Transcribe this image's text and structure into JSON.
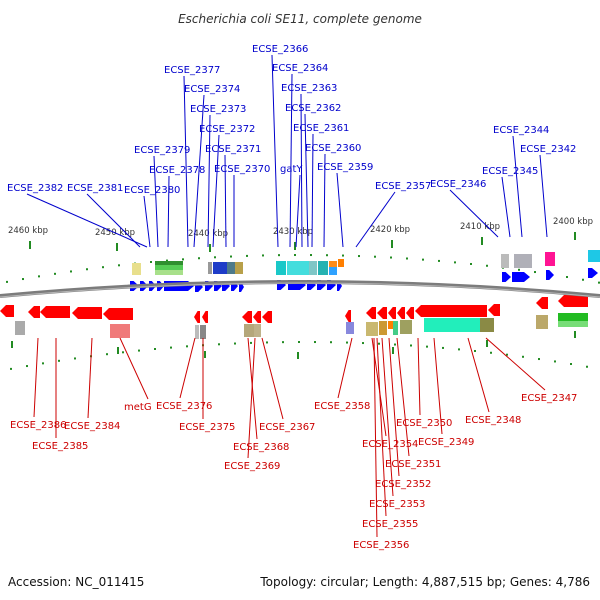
{
  "title": "Escherichia coli SE11, complete genome",
  "accession": "Accession: NC_011415",
  "summary": "Topology: circular; Length: 4,887,515 bp; Genes: 4,786",
  "colors": {
    "forward": "#0000ff",
    "reverse": "#ff0000",
    "top_label": "#0000cc",
    "bottom_label": "#cc0000",
    "backbone": "#808080",
    "tick": "#228b22"
  },
  "kbp_ticks": [
    "2460 kbp",
    "2450 kbp",
    "2440 kbp",
    "2430 kbp",
    "2420 kbp",
    "2410 kbp",
    "2400 kbp"
  ],
  "top_labels": [
    {
      "text": "ECSE_2382"
    },
    {
      "text": "ECSE_2381"
    },
    {
      "text": "ECSE_2380"
    },
    {
      "text": "ECSE_2379"
    },
    {
      "text": "ECSE_2378"
    },
    {
      "text": "ECSE_2377"
    },
    {
      "text": "ECSE_2374"
    },
    {
      "text": "ECSE_2373"
    },
    {
      "text": "ECSE_2372"
    },
    {
      "text": "ECSE_2371"
    },
    {
      "text": "ECSE_2370"
    },
    {
      "text": "ECSE_2366"
    },
    {
      "text": "ECSE_2364"
    },
    {
      "text": "ECSE_2363"
    },
    {
      "text": "ECSE_2362"
    },
    {
      "text": "ECSE_2361"
    },
    {
      "text": "ECSE_2360"
    },
    {
      "text": "gatY"
    },
    {
      "text": "ECSE_2359"
    },
    {
      "text": "ECSE_2357"
    },
    {
      "text": "ECSE_2346"
    },
    {
      "text": "ECSE_2345"
    },
    {
      "text": "ECSE_2344"
    },
    {
      "text": "ECSE_2342"
    }
  ],
  "bottom_labels": [
    {
      "text": "ECSE_2386"
    },
    {
      "text": "ECSE_2385"
    },
    {
      "text": "ECSE_2384"
    },
    {
      "text": "metG"
    },
    {
      "text": "ECSE_2376"
    },
    {
      "text": "ECSE_2375"
    },
    {
      "text": "ECSE_2368"
    },
    {
      "text": "ECSE_2369"
    },
    {
      "text": "ECSE_2367"
    },
    {
      "text": "ECSE_2358"
    },
    {
      "text": "ECSE_2354"
    },
    {
      "text": "ECSE_2350"
    },
    {
      "text": "ECSE_2349"
    },
    {
      "text": "ECSE_2351"
    },
    {
      "text": "ECSE_2352"
    },
    {
      "text": "ECSE_2353"
    },
    {
      "text": "ECSE_2355"
    },
    {
      "text": "ECSE_2356"
    },
    {
      "text": "ECSE_2348"
    },
    {
      "text": "ECSE_2347"
    }
  ]
}
